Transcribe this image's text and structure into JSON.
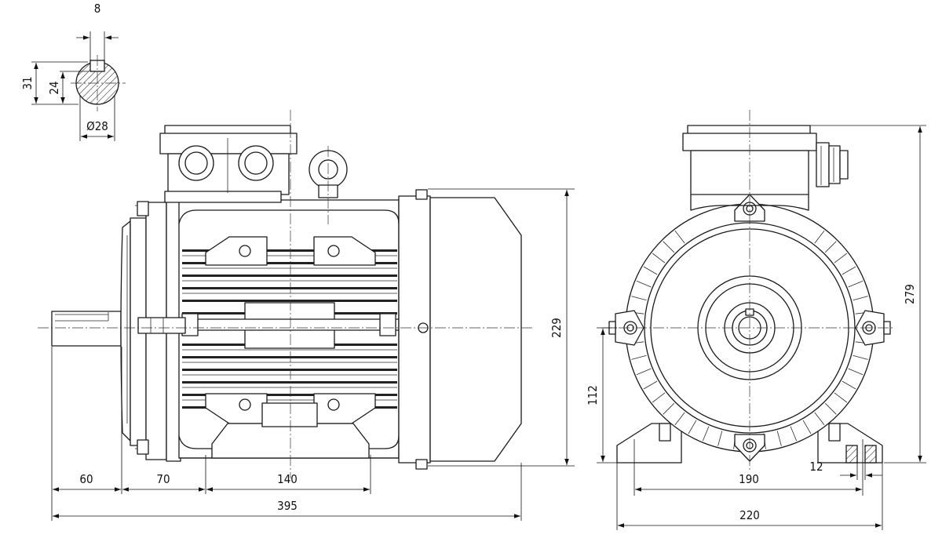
{
  "dimensions": {
    "key_width": "8",
    "shaft_key_height": "31",
    "key_depth": "24",
    "shaft_diameter": "Ø28",
    "shaft_length": "60",
    "flange_to_foot_hole": "70",
    "foot_hole_spacing": "140",
    "overall_length": "395",
    "frame_height": "229",
    "shaft_center_height": "112",
    "overall_height": "279",
    "foot_hole_spacing_front": "190",
    "foot_hole_diameter": "12",
    "foot_width": "220"
  }
}
